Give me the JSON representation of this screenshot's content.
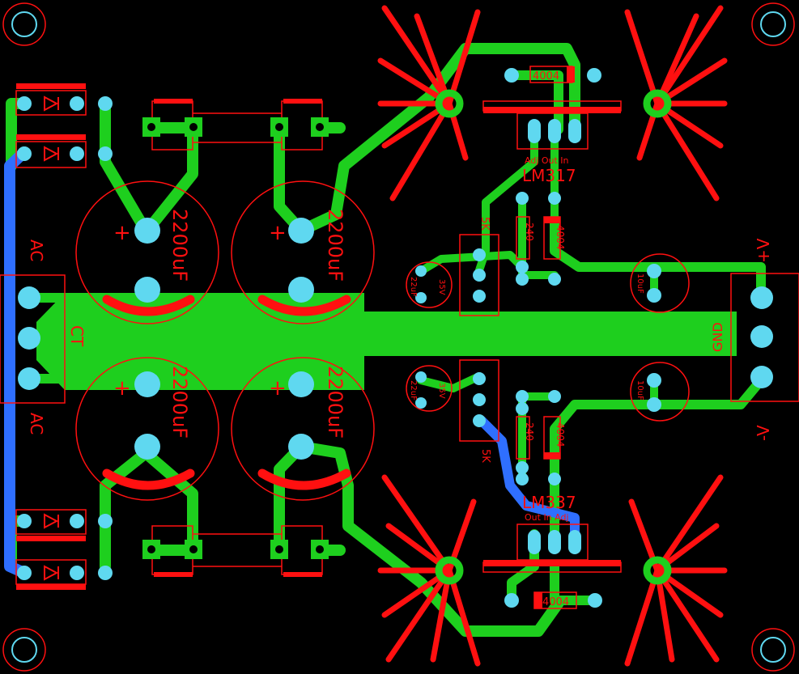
{
  "labels": {
    "lm317": "LM317",
    "lm337": "LM337",
    "pins_top": "Adj Out In",
    "pins_bottom": "Out In Adj",
    "cap_big": "2200uF",
    "diode_top": "4004",
    "diode_bottom": "4004",
    "diode_mid_top": "4004",
    "diode_mid_bottom": "4004",
    "res_top": "240",
    "res_bottom": "240",
    "pot_top": "5K",
    "pot_bottom": "5K",
    "cap_22uf": "22uF",
    "cap_22v": "35V",
    "cap_10uf": "10uF",
    "ac_top": "AC",
    "ct": "CT",
    "ac_bottom": "AC",
    "plus_v": "+V",
    "gnd": "GND",
    "minus_v": "-V",
    "plus": "+"
  },
  "colors": {
    "copper_top": "#1ecf1e",
    "copper_bottom": "#2f6fff",
    "silk": "#ff1010",
    "pad": "#5fd8f0",
    "background": "#000000"
  }
}
